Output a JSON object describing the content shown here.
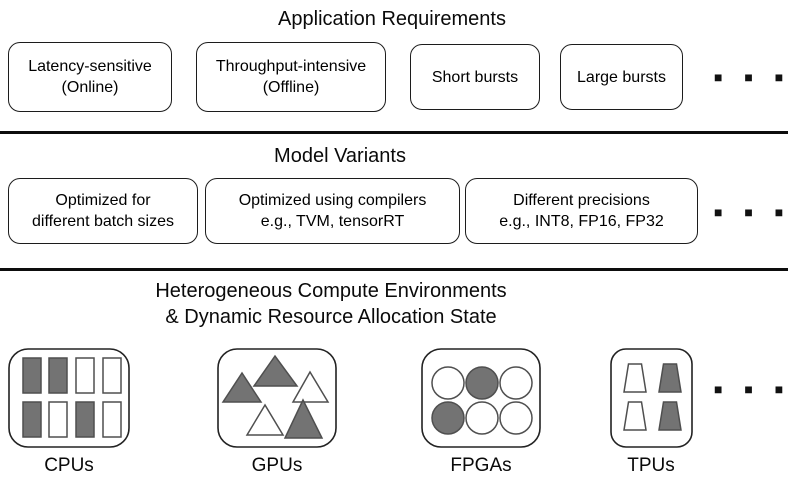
{
  "colors": {
    "shape_fill_on": "#737373",
    "shape_fill_off": "#ffffff",
    "line_color": "#0d0d0d"
  },
  "app_requirements": {
    "title": "Application Requirements",
    "boxes": [
      {
        "label": "Latency-sensitive\n(Online)"
      },
      {
        "label": "Throughput-intensive\n(Offline)"
      },
      {
        "label": "Short bursts"
      },
      {
        "label": "Large bursts"
      }
    ],
    "ellipsis": "■ ■ ■"
  },
  "model_variants": {
    "title": "Model Variants",
    "boxes": [
      {
        "label": "Optimized for\ndifferent batch sizes"
      },
      {
        "label": "Optimized using compilers\ne.g., TVM, tensorRT"
      },
      {
        "label": "Different precisions\ne.g., INT8, FP16, FP32"
      }
    ],
    "ellipsis": "■ ■ ■"
  },
  "compute": {
    "title": "Heterogeneous Compute Environments\n& Dynamic Resource Allocation State",
    "ellipsis": "■ ■ ■",
    "resources": [
      {
        "label": "CPUs",
        "shape": "rectangle",
        "fills": [
          "#737373",
          "#737373",
          "#ffffff",
          "#ffffff",
          "#737373",
          "#ffffff",
          "#737373",
          "#ffffff"
        ]
      },
      {
        "label": "GPUs",
        "shape": "triangle",
        "fills": [
          "#737373",
          "#737373",
          "#ffffff",
          "#ffffff",
          "#737373"
        ]
      },
      {
        "label": "FPGAs",
        "shape": "circle",
        "fills": [
          "#ffffff",
          "#737373",
          "#ffffff",
          "#737373",
          "#ffffff",
          "#ffffff"
        ]
      },
      {
        "label": "TPUs",
        "shape": "trapezoid",
        "fills": [
          "#ffffff",
          "#737373",
          "#ffffff",
          "#737373"
        ]
      }
    ]
  }
}
